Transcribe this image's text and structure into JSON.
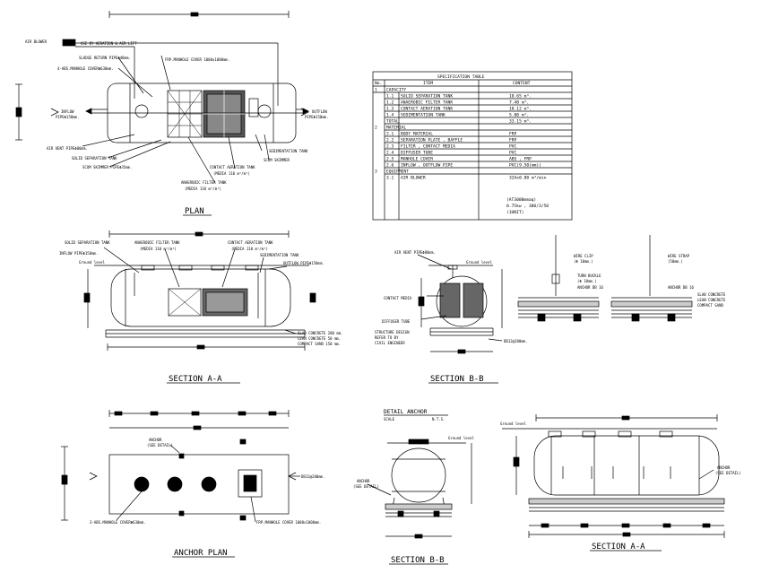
{
  "plan": {
    "title": "PLAN",
    "air_blower": "AIR BLOWER",
    "use_by_aeration": "USE BY AERATION & AIR LIFT",
    "sludge_return": "SLUDGE RETURN PIPEΦ40mm.",
    "abs_manhole": "4-ABS.MANHOLE COVERΦ630mm.",
    "frp_manhole": "FRP.MANHOLE COVER 1000x1000mm.",
    "inflow": "INFLOW",
    "inflow_pipe": "PIPEΦ150mm.",
    "outflow": "OUTFLOW",
    "outflow_pipe": "PIPEΦ150mm.",
    "air_vent": "AIR VENT PIPEΦ80mm.",
    "solid_sep": "SOLID SEPARATION TANK",
    "scum_skimmer_pipe": "SCUM SKIMMER PIPEΦ35mm.",
    "sedimentation": "SEDIMENTATION TANK",
    "scum_skimmer": "SCUM SKIMMER",
    "contact_aeration": "CONTACT AERATION TANK",
    "contact_media": "(MEDIA 110 m²/m³)",
    "anaerobic": "ANAEROBIC FILTER TANK",
    "anaerobic_media": "(MEDIA 110 m²/m³)"
  },
  "spec_table": {
    "title": "SPECIFICATION TABLE",
    "headers": [
      "No.",
      "ITEM",
      "CONTENT"
    ],
    "rows": [
      {
        "no": "1",
        "item": "CAPACITY",
        "content": ""
      },
      {
        "no": "1.1",
        "item": "SOLID SEPARATION TANK",
        "content": "10.65 m³."
      },
      {
        "no": "1.2",
        "item": "ANAEROBIC FILTER TANK",
        "content": "7.48 m³."
      },
      {
        "no": "1.3",
        "item": "CONTACT AERATION TANK",
        "content": "10.12 m³."
      },
      {
        "no": "1.4",
        "item": "SEDIMENTATION TANK",
        "content": "5.00 m³."
      },
      {
        "no": "",
        "item": "TOTAL",
        "content": "33.15 m³."
      },
      {
        "no": "2",
        "item": "MATERIAL",
        "content": ""
      },
      {
        "no": "2.1",
        "item": "BODY MATERIAL",
        "content": "FRP"
      },
      {
        "no": "2.2",
        "item": "SEPARATION PLATE , BAFFLE",
        "content": "FRP"
      },
      {
        "no": "2.3",
        "item": "FILTER , CONTACT MEDIA",
        "content": "PVC"
      },
      {
        "no": "2.4",
        "item": "DIFFUSER TUBE",
        "content": "PVC"
      },
      {
        "no": "2.5",
        "item": "MANHOLE COVER",
        "content": "ABS , FRP"
      },
      {
        "no": "2.6",
        "item": "INFLOW , OUTFLOW PIPE",
        "content": "PVC(9.50(mm))"
      },
      {
        "no": "3",
        "item": "EQUIPMENT",
        "content": ""
      },
      {
        "no": "3.1",
        "item": "AIR BLOWER",
        "content": "32Ax0.80 m³/min"
      }
    ],
    "blower_extra": [
      "(AT3000mmaq)",
      "0.75kw , 380/3/50",
      "(1UNIT)"
    ]
  },
  "section_aa": {
    "title": "SECTION A-A",
    "solid_sep": "SOLID SEPARATION TANK",
    "anaerobic": "ANAEROBIC FILTER TANK",
    "anaerobic_media": "(MEDIA 110 m²/m³)",
    "contact_aeration": "CONTACT AERATION TANK",
    "contact_media": "(MEDIA 110 m²/m³)",
    "sedimentation": "SEDIMENTATION TANK",
    "outflow_pipe": "OUTFLOW PIPEΦ150mm.",
    "inflow_pipe": "INFLOW PIPEΦ150mm.",
    "ground_level": "Ground level",
    "slab_concrete": "SLAB CONCRETE 200 mm.",
    "lean_concrete": "LEAN CONCRETE 50 mm.",
    "compact_sand": "COMPACT SAND 150 mm."
  },
  "section_bb": {
    "title": "SECTION B-B",
    "air_vent": "AIR VENT PIPEΦ80mm.",
    "ground_level": "Ground level",
    "contact_media": "CONTACT MEDIA",
    "diffuser": "DIFFUSER TUBE",
    "structure_design": "STRUCTURE DESIGN",
    "refer_to": "REFER TO BY",
    "civil_engineer": "CIVIL ENGINEER",
    "db": "DB12@200mm."
  },
  "strap_detail": {
    "wire_clip": "WIRE CLIP",
    "wire_clip_size": "(Φ 10mm.)",
    "turn_buckle": "TURN BUCKLE",
    "turn_buckle_size": "(Φ 10mm.)",
    "anchor_db": "ANCHOR DB 16",
    "wire_strap": "WIRE STRAP",
    "wire_strap_size": "(50mm.)",
    "anchor_db_right": "ANCHOR DB 16",
    "slab_concrete": "SLAB CONCRETE",
    "lean_concrete": "LEAN CONCRETE",
    "compact_sand": "COMPACT SAND"
  },
  "anchor_plan": {
    "title": "ANCHOR PLAN",
    "anchor": "ANCHOR",
    "see_detail": "(SEE DETAIL)",
    "db": "DB12@200mm.",
    "abs_manhole": "3-ABS.MANHOLE COVERΦ630mm.",
    "frp_manhole": "FRP.MANHOLE COVER 1000x1000mm."
  },
  "detail_anchor": {
    "title": "DETAIL ANCHOR",
    "scale": "SCALE",
    "nts": "N.T.S.",
    "ground_level": "Ground level",
    "anchor": "ANCHOR",
    "see_detail": "(SEE DETAIL)",
    "section_label": "SECTION B-B"
  },
  "section_aa2": {
    "title": "SECTION A-A",
    "ground_level": "Ground level",
    "anchor": "ANCHOR",
    "see_detail": "(SEE DETAIL)"
  }
}
